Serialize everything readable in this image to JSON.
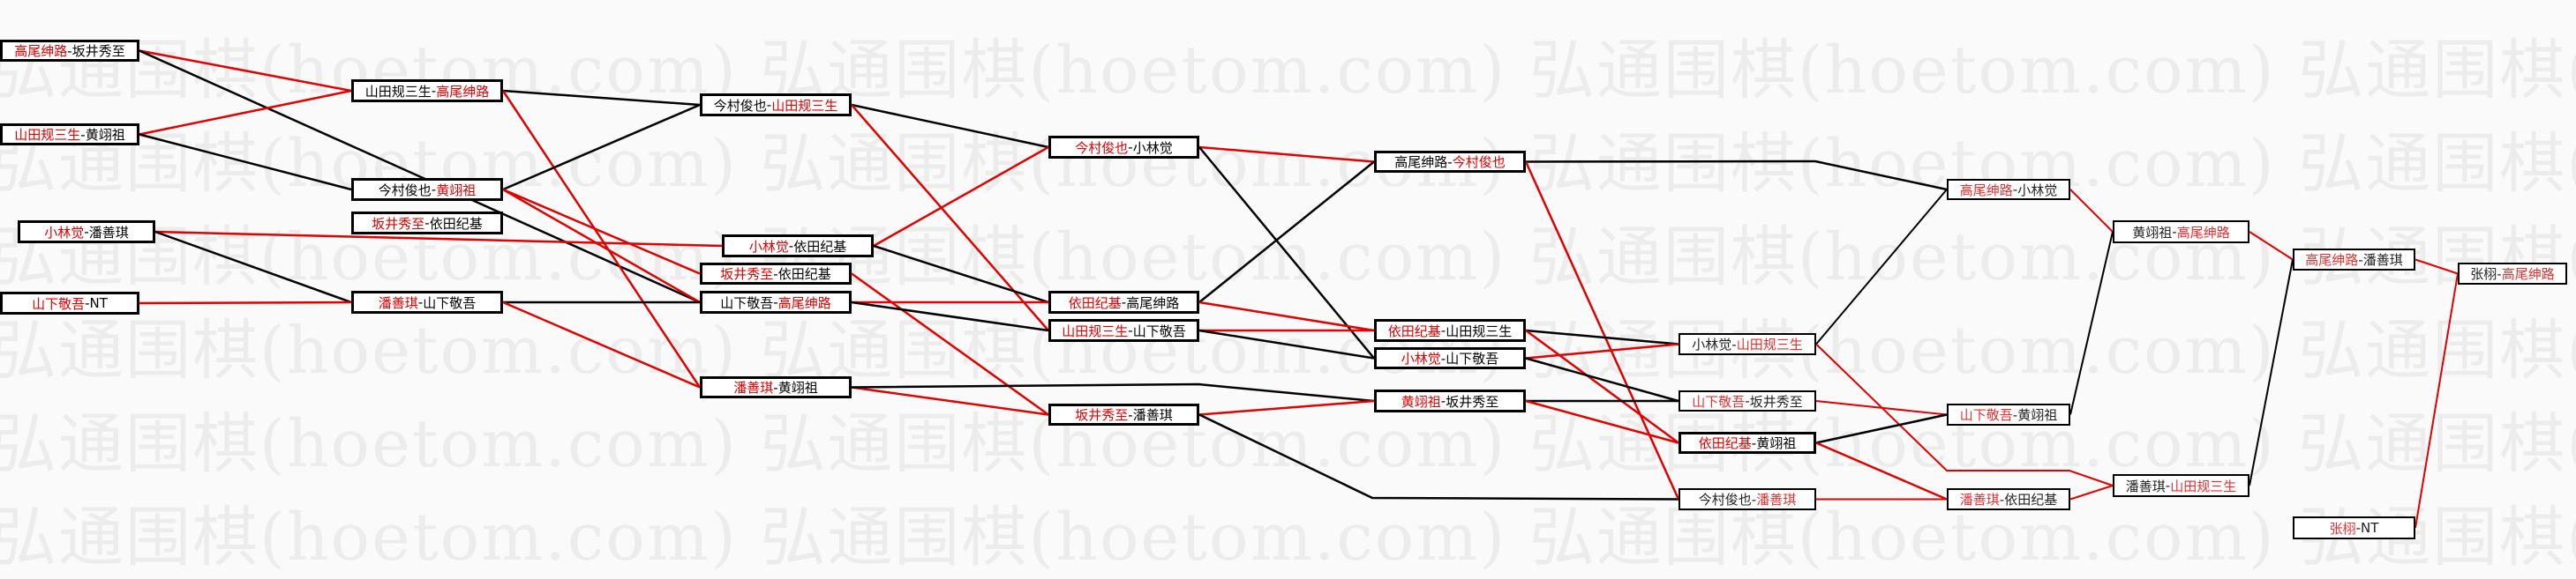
{
  "watermark": "弘通围棋(hoetom.com)",
  "colors": {
    "win": "#e00000",
    "line_red": "#e00000",
    "line_black": "#000000"
  },
  "matches": [
    {
      "id": "A1",
      "a": "高尾绅路",
      "b": "坂井秀至",
      "red": "a"
    },
    {
      "id": "A2",
      "a": "山田规三生",
      "b": "黄翊祖",
      "red": "a"
    },
    {
      "id": "A3",
      "a": "小林觉",
      "b": "潘善琪",
      "red": "a"
    },
    {
      "id": "A4",
      "a": "山下敬吾",
      "b": "NT",
      "red": "a"
    },
    {
      "id": "B1",
      "a": "山田规三生",
      "b": "高尾绅路",
      "red": "b"
    },
    {
      "id": "B2",
      "a": "今村俊也",
      "b": "黄翊祖",
      "red": "b"
    },
    {
      "id": "B2x",
      "a": "坂井秀至",
      "b": "依田纪基",
      "red": "a"
    },
    {
      "id": "B3",
      "a": "潘善琪",
      "b": "山下敬吾",
      "red": "a"
    },
    {
      "id": "C1",
      "a": "今村俊也",
      "b": "山田规三生",
      "red": "b"
    },
    {
      "id": "C2",
      "a": "小林觉",
      "b": "依田纪基",
      "red": "a"
    },
    {
      "id": "C3",
      "a": "坂井秀至",
      "b": "依田纪基",
      "red": "a"
    },
    {
      "id": "C4",
      "a": "山下敬吾",
      "b": "高尾绅路",
      "red": "b"
    },
    {
      "id": "C5",
      "a": "潘善琪",
      "b": "黄翊祖",
      "red": "a"
    },
    {
      "id": "D1",
      "a": "今村俊也",
      "b": "小林觉",
      "red": "a"
    },
    {
      "id": "D2",
      "a": "依田纪基",
      "b": "高尾绅路",
      "red": "a"
    },
    {
      "id": "D3",
      "a": "山田规三生",
      "b": "山下敬吾",
      "red": "a"
    },
    {
      "id": "D4",
      "a": "坂井秀至",
      "b": "潘善琪",
      "red": "a"
    },
    {
      "id": "E1",
      "a": "高尾绅路",
      "b": "今村俊也",
      "red": "b"
    },
    {
      "id": "E2",
      "a": "依田纪基",
      "b": "山田规三生",
      "red": "a"
    },
    {
      "id": "E3",
      "a": "小林觉",
      "b": "山下敬吾",
      "red": "a"
    },
    {
      "id": "E4",
      "a": "黄翊祖",
      "b": "坂井秀至",
      "red": "a"
    },
    {
      "id": "F1",
      "a": "小林觉",
      "b": "山田规三生",
      "red": "b"
    },
    {
      "id": "F2",
      "a": "山下敬吾",
      "b": "坂井秀至",
      "red": "a"
    },
    {
      "id": "F3",
      "a": "依田纪基",
      "b": "黄翊祖",
      "red": "a"
    },
    {
      "id": "F4",
      "a": "今村俊也",
      "b": "潘善琪",
      "red": "b"
    },
    {
      "id": "G1",
      "a": "高尾绅路",
      "b": "小林觉",
      "red": "a"
    },
    {
      "id": "G2",
      "a": "山下敬吾",
      "b": "黄翊祖",
      "red": "a"
    },
    {
      "id": "G3",
      "a": "潘善琪",
      "b": "依田纪基",
      "red": "a"
    },
    {
      "id": "H1",
      "a": "黄翊祖",
      "b": "高尾绅路",
      "red": "b"
    },
    {
      "id": "H2",
      "a": "潘善琪",
      "b": "山田规三生",
      "red": "b"
    },
    {
      "id": "I1",
      "a": "高尾绅路",
      "b": "潘善琪",
      "red": "a"
    },
    {
      "id": "I2",
      "a": "张栩",
      "b": "NT",
      "red": "a"
    },
    {
      "id": "J1",
      "a": "张栩",
      "b": "高尾绅路",
      "red": "b"
    }
  ],
  "edges": [
    [
      "A1",
      "B1",
      "red"
    ],
    [
      "A1",
      "C4",
      "black"
    ],
    [
      "A2",
      "B1",
      "red"
    ],
    [
      "A2",
      "B2",
      "black"
    ],
    [
      "A3",
      "C2",
      "red"
    ],
    [
      "A3",
      "B3",
      "black"
    ],
    [
      "A4",
      "B3",
      "red"
    ],
    [
      "B1",
      "C1",
      "black"
    ],
    [
      "B1",
      "C5",
      "red"
    ],
    [
      "B2",
      "C1",
      "black"
    ],
    [
      "B2",
      "C3",
      "red"
    ],
    [
      "B2",
      "C4",
      "red"
    ],
    [
      "B3",
      "C4",
      "black"
    ],
    [
      "B3",
      "C5",
      "red"
    ],
    [
      "C1",
      "D1",
      "black"
    ],
    [
      "C1",
      "D3",
      "red"
    ],
    [
      "C2",
      "D1",
      "red"
    ],
    [
      "C2",
      "D2",
      "black"
    ],
    [
      "C3",
      "D4",
      "red"
    ],
    [
      "C4",
      "D2",
      "red"
    ],
    [
      "C4",
      "D3",
      "black"
    ],
    [
      "C5",
      "D4",
      "red"
    ],
    [
      "C5",
      "E4",
      "black"
    ],
    [
      "D1",
      "E1",
      "red"
    ],
    [
      "D1",
      "E3",
      "black"
    ],
    [
      "D2",
      "E1",
      "black"
    ],
    [
      "D2",
      "E2",
      "red"
    ],
    [
      "D3",
      "E2",
      "red"
    ],
    [
      "D3",
      "E3",
      "black"
    ],
    [
      "D4",
      "E4",
      "red"
    ],
    [
      "D4",
      "F4",
      "black"
    ],
    [
      "E1",
      "G1",
      "black"
    ],
    [
      "E1",
      "F4",
      "red"
    ],
    [
      "E2",
      "F1",
      "black"
    ],
    [
      "E2",
      "F3",
      "red"
    ],
    [
      "E3",
      "F1",
      "red"
    ],
    [
      "E3",
      "F2",
      "black"
    ],
    [
      "E4",
      "F2",
      "black"
    ],
    [
      "E4",
      "F3",
      "red"
    ],
    [
      "F1",
      "G1",
      "black"
    ],
    [
      "F1",
      "H2",
      "red"
    ],
    [
      "F2",
      "G2",
      "red"
    ],
    [
      "F3",
      "G2",
      "black"
    ],
    [
      "F3",
      "G3",
      "red"
    ],
    [
      "F4",
      "G3",
      "red"
    ],
    [
      "G1",
      "H1",
      "red"
    ],
    [
      "G2",
      "H1",
      "black"
    ],
    [
      "G3",
      "H2",
      "red"
    ],
    [
      "H1",
      "I1",
      "red"
    ],
    [
      "H2",
      "I1",
      "black"
    ],
    [
      "I1",
      "J1",
      "red"
    ],
    [
      "I2",
      "J1",
      "red"
    ]
  ]
}
